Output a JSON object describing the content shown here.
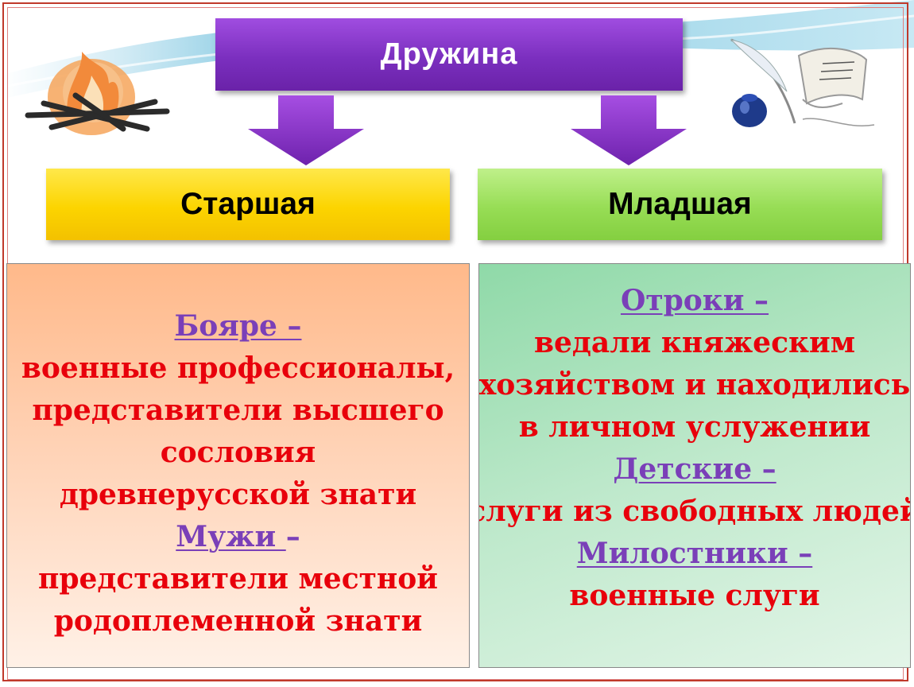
{
  "title": "Дружина",
  "categories": {
    "senior": "Старшая",
    "junior": "Младшая"
  },
  "senior_panel": {
    "term1": "Бояре –",
    "desc1": [
      "военные профессионалы,",
      "представители высшего",
      "сословия",
      "древнерусской знати"
    ],
    "term2": "Мужи ",
    "term2_dash": "–",
    "desc2": [
      "представители местной",
      "родоплеменной знати"
    ]
  },
  "junior_panel": {
    "term1": "Отроки – ",
    "desc1": [
      "ведали княжеским",
      "хозяйством и находились",
      "в личном услужении"
    ],
    "term2": "Детские –",
    "desc2": [
      "слуги из свободных людей"
    ],
    "term3": "Милостники –",
    "desc3": [
      "военные слуги"
    ]
  },
  "illustrations": [
    "campfire-illustration",
    "quill-inkwell-scroll-illustration"
  ],
  "colors": {
    "title_box": "#7b2fbf",
    "senior_box": "#fcd400",
    "junior_box": "#97dd55",
    "term_text": "#7a3fb8",
    "desc_text": "#e8000b",
    "frame": "#c0392b"
  }
}
